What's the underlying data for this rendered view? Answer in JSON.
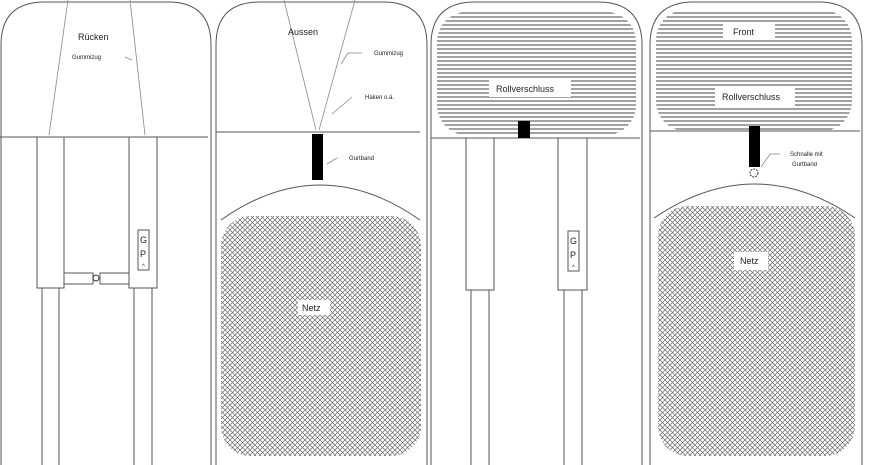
{
  "panels": {
    "back": {
      "title": "Rücken",
      "elastic": "Gummizug",
      "gp_letters": [
        "G",
        "P",
        "^"
      ]
    },
    "outside": {
      "title": "Aussen",
      "elastic": "Gummizug",
      "hook": "Haken o.ä.",
      "strap": "Gurtband",
      "net": "Netz"
    },
    "rollup": {
      "closure": "Rollverschluss",
      "gp_letters": [
        "G",
        "P",
        "^"
      ]
    },
    "front": {
      "title": "Front",
      "closure": "Rollverschluss",
      "buckle_line1": "Schnalle mit",
      "buckle_line2": "Gurtband",
      "net": "Netz"
    }
  }
}
